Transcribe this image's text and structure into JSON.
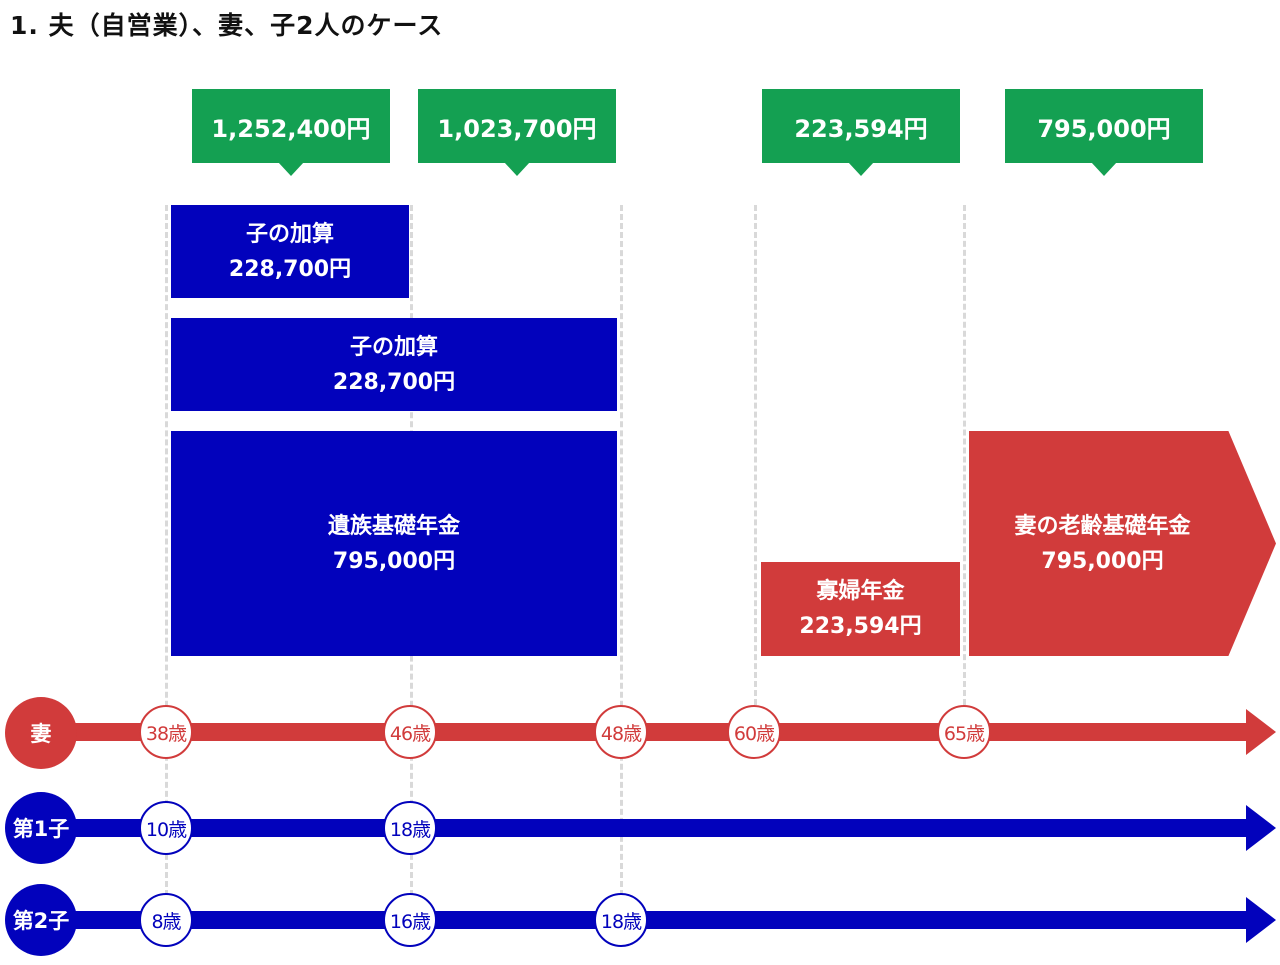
{
  "title": "1. 夫（自営業）、妻、子2人のケース",
  "colors": {
    "green": "#14a052",
    "blue": "#0202bc",
    "red": "#d13b3b"
  },
  "callouts": [
    "1,252,400円",
    "1,023,700円",
    "223,594円",
    "795,000円"
  ],
  "bars": {
    "child_add_1": {
      "label": "子の加算",
      "amount": "228,700円"
    },
    "child_add_2": {
      "label": "子の加算",
      "amount": "228,700円"
    },
    "survivor_basic": {
      "label": "遺族基礎年金",
      "amount": "795,000円"
    },
    "widow_pension": {
      "label": "寡婦年金",
      "amount": "223,594円"
    },
    "wife_old_age": {
      "label": "妻の老齢基礎年金",
      "amount": "795,000円"
    }
  },
  "timelines": {
    "wife": {
      "label": "妻",
      "ages": [
        "38歳",
        "46歳",
        "48歳",
        "60歳",
        "65歳"
      ]
    },
    "child1": {
      "label": "第1子",
      "ages": [
        "10歳",
        "18歳"
      ]
    },
    "child2": {
      "label": "第2子",
      "ages": [
        "8歳",
        "16歳",
        "18歳"
      ]
    }
  }
}
